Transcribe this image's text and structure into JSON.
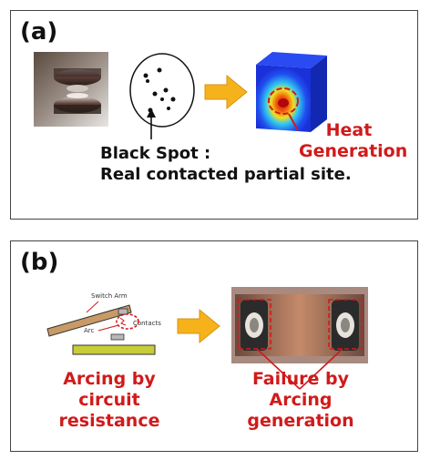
{
  "panel_a": {
    "label": "(a)",
    "black_spot_title": "Black Spot :",
    "black_spot_desc": "Real contacted partial site.",
    "heat_line1": "Heat",
    "heat_line2": "Generation"
  },
  "panel_b": {
    "label": "(b)",
    "switch_arm": "Switch Arm",
    "arc": "Arc",
    "contacts": "Contacts",
    "arcing_line1": "Arcing by",
    "arcing_line2": "circuit",
    "arcing_line3": "resistance",
    "failure_line1": "Failure by",
    "failure_line2": "Arcing",
    "failure_line3": "generation"
  },
  "colors": {
    "arrow": "#f5b21b",
    "red": "#d11a1a",
    "heat_blue": "#1f3cf0"
  }
}
